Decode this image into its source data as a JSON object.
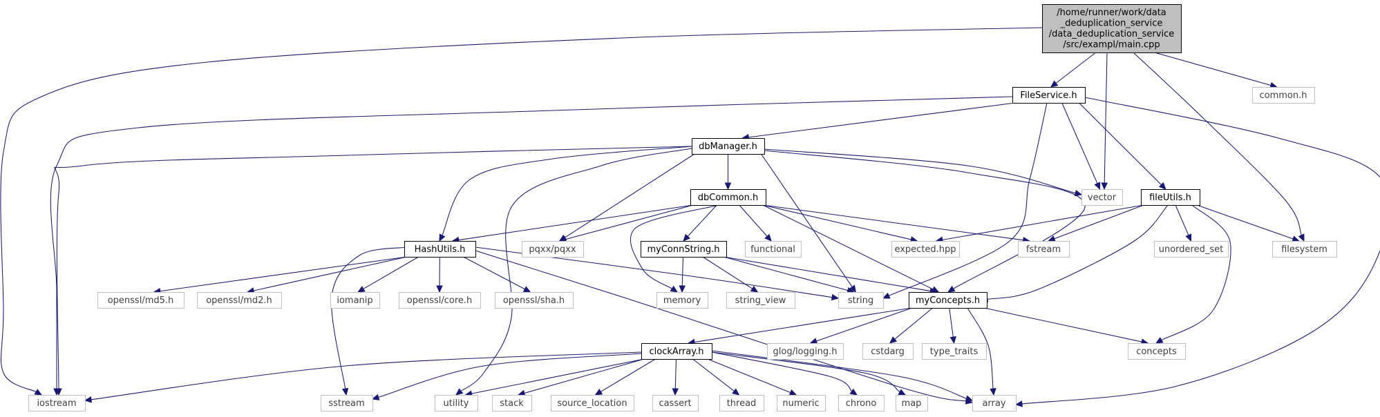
{
  "diagram": {
    "type": "include-dependency-graph",
    "colors": {
      "edge": "#191970",
      "root_fill": "#bfbfbf",
      "local_border": "#000000",
      "system_border": "#bfbfbf",
      "local_text": "#000000",
      "system_text": "#404040"
    },
    "nodes": [
      {
        "id": "main",
        "kind": "root",
        "lines": [
          "/home/runner/work/data",
          "_deduplication_service",
          "/data_deduplication_service",
          "/src/exampl/main.cpp"
        ]
      },
      {
        "id": "fileservice",
        "kind": "local",
        "lines": [
          "FileService.h"
        ]
      },
      {
        "id": "common",
        "kind": "system",
        "lines": [
          "common.h"
        ]
      },
      {
        "id": "dbmanager",
        "kind": "local",
        "lines": [
          "dbManager.h"
        ]
      },
      {
        "id": "vector",
        "kind": "system",
        "lines": [
          "vector"
        ]
      },
      {
        "id": "fileutils",
        "kind": "local",
        "lines": [
          "fileUtils.h"
        ]
      },
      {
        "id": "dbcommon",
        "kind": "local",
        "lines": [
          "dbCommon.h"
        ]
      },
      {
        "id": "hashutils",
        "kind": "local",
        "lines": [
          "HashUtils.h"
        ]
      },
      {
        "id": "pqxx",
        "kind": "system",
        "lines": [
          "pqxx/pqxx"
        ]
      },
      {
        "id": "functional",
        "kind": "system",
        "lines": [
          "functional"
        ]
      },
      {
        "id": "myconnstring",
        "kind": "local",
        "lines": [
          "myConnString.h"
        ]
      },
      {
        "id": "expected",
        "kind": "system",
        "lines": [
          "expected.hpp"
        ]
      },
      {
        "id": "fstream",
        "kind": "system",
        "lines": [
          "fstream"
        ]
      },
      {
        "id": "unordered_set",
        "kind": "system",
        "lines": [
          "unordered_set"
        ]
      },
      {
        "id": "filesystem",
        "kind": "system",
        "lines": [
          "filesystem"
        ]
      },
      {
        "id": "md5",
        "kind": "system",
        "lines": [
          "openssl/md5.h"
        ]
      },
      {
        "id": "md2",
        "kind": "system",
        "lines": [
          "openssl/md2.h"
        ]
      },
      {
        "id": "iomanip",
        "kind": "system",
        "lines": [
          "iomanip"
        ]
      },
      {
        "id": "core",
        "kind": "system",
        "lines": [
          "openssl/core.h"
        ]
      },
      {
        "id": "sha",
        "kind": "system",
        "lines": [
          "openssl/sha.h"
        ]
      },
      {
        "id": "memory",
        "kind": "system",
        "lines": [
          "memory"
        ]
      },
      {
        "id": "string_view",
        "kind": "system",
        "lines": [
          "string_view"
        ]
      },
      {
        "id": "string",
        "kind": "system",
        "lines": [
          "string"
        ]
      },
      {
        "id": "myconcepts",
        "kind": "local",
        "lines": [
          "myConcepts.h"
        ]
      },
      {
        "id": "clockarray",
        "kind": "local",
        "lines": [
          "clockArray.h"
        ]
      },
      {
        "id": "glog",
        "kind": "system",
        "lines": [
          "glog/logging.h"
        ]
      },
      {
        "id": "cstdarg",
        "kind": "system",
        "lines": [
          "cstdarg"
        ]
      },
      {
        "id": "type_traits",
        "kind": "system",
        "lines": [
          "type_traits"
        ]
      },
      {
        "id": "concepts",
        "kind": "system",
        "lines": [
          "concepts"
        ]
      },
      {
        "id": "iostream",
        "kind": "system",
        "lines": [
          "iostream"
        ]
      },
      {
        "id": "sstream",
        "kind": "system",
        "lines": [
          "sstream"
        ]
      },
      {
        "id": "utility",
        "kind": "system",
        "lines": [
          "utility"
        ]
      },
      {
        "id": "stack",
        "kind": "system",
        "lines": [
          "stack"
        ]
      },
      {
        "id": "source_location",
        "kind": "system",
        "lines": [
          "source_location"
        ]
      },
      {
        "id": "cassert",
        "kind": "system",
        "lines": [
          "cassert"
        ]
      },
      {
        "id": "thread",
        "kind": "system",
        "lines": [
          "thread"
        ]
      },
      {
        "id": "numeric",
        "kind": "system",
        "lines": [
          "numeric"
        ]
      },
      {
        "id": "chrono",
        "kind": "system",
        "lines": [
          "chrono"
        ]
      },
      {
        "id": "map",
        "kind": "system",
        "lines": [
          "map"
        ]
      },
      {
        "id": "array",
        "kind": "system",
        "lines": [
          "array"
        ]
      }
    ],
    "edges": [
      {
        "from": "main",
        "to": "fileservice"
      },
      {
        "from": "main",
        "to": "vector"
      },
      {
        "from": "main",
        "to": "common"
      },
      {
        "from": "main",
        "to": "filesystem"
      },
      {
        "from": "main",
        "to": "iostream"
      },
      {
        "from": "fileservice",
        "to": "dbmanager"
      },
      {
        "from": "fileservice",
        "to": "vector"
      },
      {
        "from": "fileservice",
        "to": "fileutils"
      },
      {
        "from": "fileservice",
        "to": "string"
      },
      {
        "from": "fileservice",
        "to": "iostream"
      },
      {
        "from": "fileservice",
        "to": "array"
      },
      {
        "from": "dbmanager",
        "to": "dbcommon"
      },
      {
        "from": "dbmanager",
        "to": "hashutils"
      },
      {
        "from": "dbmanager",
        "to": "pqxx"
      },
      {
        "from": "dbmanager",
        "to": "vector"
      },
      {
        "from": "dbmanager",
        "to": "string"
      },
      {
        "from": "dbmanager",
        "to": "myconcepts"
      },
      {
        "from": "dbmanager",
        "to": "iostream"
      },
      {
        "from": "dbmanager",
        "to": "utility"
      },
      {
        "from": "fileutils",
        "to": "expected"
      },
      {
        "from": "fileutils",
        "to": "fstream"
      },
      {
        "from": "fileutils",
        "to": "unordered_set"
      },
      {
        "from": "fileutils",
        "to": "filesystem"
      },
      {
        "from": "fileutils",
        "to": "myconcepts"
      },
      {
        "from": "fileutils",
        "to": "concepts"
      },
      {
        "from": "dbcommon",
        "to": "hashutils"
      },
      {
        "from": "dbcommon",
        "to": "pqxx"
      },
      {
        "from": "dbcommon",
        "to": "functional"
      },
      {
        "from": "dbcommon",
        "to": "myconnstring"
      },
      {
        "from": "dbcommon",
        "to": "expected"
      },
      {
        "from": "dbcommon",
        "to": "fstream"
      },
      {
        "from": "dbcommon",
        "to": "memory"
      },
      {
        "from": "dbcommon",
        "to": "myconcepts"
      },
      {
        "from": "hashutils",
        "to": "md5"
      },
      {
        "from": "hashutils",
        "to": "md2"
      },
      {
        "from": "hashutils",
        "to": "iomanip"
      },
      {
        "from": "hashutils",
        "to": "core"
      },
      {
        "from": "hashutils",
        "to": "sha"
      },
      {
        "from": "hashutils",
        "to": "string"
      },
      {
        "from": "hashutils",
        "to": "sstream"
      },
      {
        "from": "hashutils",
        "to": "array"
      },
      {
        "from": "myconnstring",
        "to": "memory"
      },
      {
        "from": "myconnstring",
        "to": "string_view"
      },
      {
        "from": "myconnstring",
        "to": "string"
      },
      {
        "from": "myconnstring",
        "to": "myconcepts"
      },
      {
        "from": "myconcepts",
        "to": "clockarray"
      },
      {
        "from": "myconcepts",
        "to": "glog"
      },
      {
        "from": "myconcepts",
        "to": "cstdarg"
      },
      {
        "from": "myconcepts",
        "to": "type_traits"
      },
      {
        "from": "myconcepts",
        "to": "concepts"
      },
      {
        "from": "myconcepts",
        "to": "array"
      },
      {
        "from": "clockarray",
        "to": "iostream"
      },
      {
        "from": "clockarray",
        "to": "sstream"
      },
      {
        "from": "clockarray",
        "to": "utility"
      },
      {
        "from": "clockarray",
        "to": "stack"
      },
      {
        "from": "clockarray",
        "to": "source_location"
      },
      {
        "from": "clockarray",
        "to": "cassert"
      },
      {
        "from": "clockarray",
        "to": "thread"
      },
      {
        "from": "clockarray",
        "to": "numeric"
      },
      {
        "from": "clockarray",
        "to": "chrono"
      },
      {
        "from": "clockarray",
        "to": "map"
      },
      {
        "from": "clockarray",
        "to": "array"
      }
    ]
  }
}
